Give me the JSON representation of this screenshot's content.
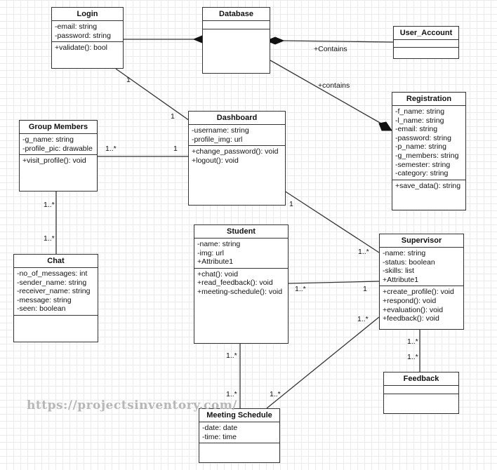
{
  "classes": {
    "login": {
      "name": "Login",
      "attributes": [
        "-email: string",
        "-password: string"
      ],
      "operations": [
        "+validate(): bool"
      ]
    },
    "database": {
      "name": "Database",
      "attributes": [],
      "operations": []
    },
    "user_account": {
      "name": "User_Account",
      "attributes": [],
      "operations": []
    },
    "registration": {
      "name": "Registration",
      "attributes": [
        "-f_name: string",
        "-l_name: string",
        "-email: string",
        "-password: string",
        "-p_name: string",
        "-g_members: string",
        "-semester: string",
        "-category: string"
      ],
      "operations": [
        "+save_data(): string"
      ]
    },
    "dashboard": {
      "name": "Dashboard",
      "attributes": [
        "-username: string",
        "-profile_img: url"
      ],
      "operations": [
        "+change_password(): void",
        "+logout(): void"
      ]
    },
    "group_members": {
      "name": "Group Members",
      "attributes": [
        "-g_name: string",
        "-profile_pic: drawable"
      ],
      "operations": [
        "+visit_profile(): void"
      ]
    },
    "chat": {
      "name": "Chat",
      "attributes": [
        "-no_of_messages: int",
        "-sender_name: string",
        "-receiver_name: string",
        "-message: string",
        "-seen: boolean"
      ],
      "operations": []
    },
    "student": {
      "name": "Student",
      "attributes": [
        "-name: string",
        "-img: url",
        "+Attribute1"
      ],
      "operations": [
        "+chat(): void",
        "+read_feedback(): void",
        "+meeting-schedule(): void"
      ]
    },
    "supervisor": {
      "name": "Supervisor",
      "attributes": [
        "-name: string",
        "-status: boolean",
        "-skills: list",
        "+Attribute1"
      ],
      "operations": [
        "+create_profile(): void",
        "+respond(): void",
        "+evaluation(): void",
        "+feedback(): void"
      ]
    },
    "feedback": {
      "name": "Feedback",
      "attributes": [],
      "operations": []
    },
    "meeting_schedule": {
      "name": "Meeting Schedule",
      "attributes": [
        "-date: date",
        "-time: time"
      ],
      "operations": []
    }
  },
  "labels": {
    "contains_user": "+Contains",
    "contains_reg": "+contains",
    "login_dash_a": "1",
    "login_dash_b": "1",
    "group_dash_a": "1..*",
    "group_dash_b": "1",
    "group_chat_a": "1..*",
    "group_chat_b": "1..*",
    "dash_sup_a": "1",
    "dash_sup_b": "1..*",
    "stud_sup_a": "1..*",
    "stud_sup_b": "1",
    "sup_meet_a": "1..*",
    "sup_meet_b": "1..*",
    "stud_meet_a": "1..*",
    "stud_meet_b": "1..*",
    "sup_fb_a": "1..*",
    "sup_fb_b": "1..*"
  },
  "watermark": "https://projectsinventory.com/"
}
